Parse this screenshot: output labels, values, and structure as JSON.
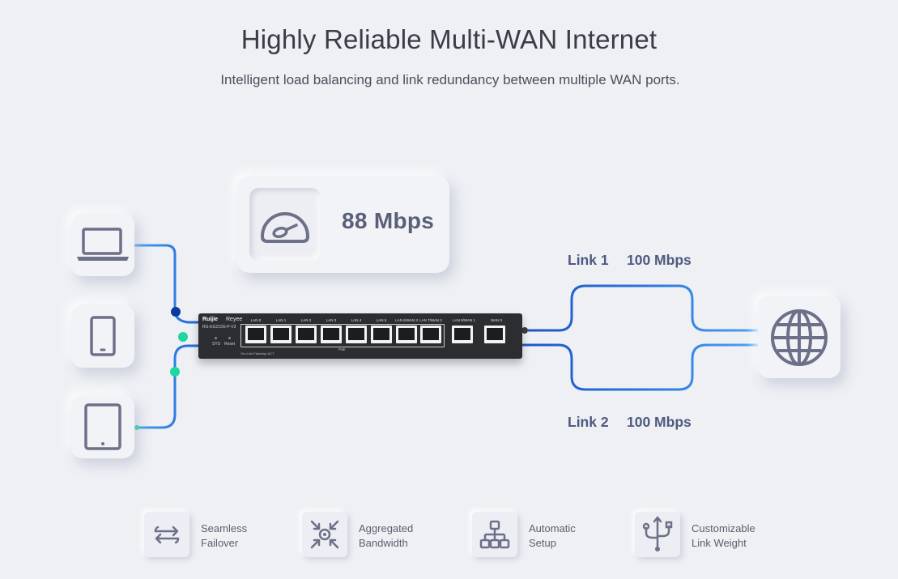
{
  "header": {
    "title": "Highly Reliable Multi-WAN Internet",
    "subtitle": "Intelligent load balancing and link redundancy between multiple WAN ports."
  },
  "speed_widget": {
    "value": "88 Mbps",
    "icon": "speedometer-icon"
  },
  "links": [
    {
      "name": "Link 1",
      "speed": "100 Mbps"
    },
    {
      "name": "Link 2",
      "speed": "100 Mbps"
    }
  ],
  "devices": [
    {
      "name": "laptop",
      "icon": "laptop-icon"
    },
    {
      "name": "phone",
      "icon": "phone-icon"
    },
    {
      "name": "tablet",
      "icon": "tablet-icon"
    }
  ],
  "internet": {
    "icon": "globe-icon"
  },
  "switch": {
    "brand": "Ruijie",
    "sub_brand": "Reyee",
    "model": "RG-EG210G-P-V3",
    "sys_label": "SYS",
    "reset_label": "Reset",
    "bottom_text": "On=Link  Flashing=ACT",
    "poe_label": "PoE",
    "ports": [
      "LAN 0",
      "LAN 1",
      "LAN 2",
      "LAN 3",
      "LAN 4",
      "LAN 5",
      "LAN 6/WAN 3",
      "LAN 7/WAN 2",
      "LAN 8/WAN 1",
      "WAN 0"
    ]
  },
  "features": [
    {
      "label_line1": "Seamless",
      "label_line2": "Failover",
      "icon": "failover-arrows-icon"
    },
    {
      "label_line1": "Aggregated",
      "label_line2": "Bandwidth",
      "icon": "aggregate-arrows-icon"
    },
    {
      "label_line1": "Automatic",
      "label_line2": "Setup",
      "icon": "hierarchy-icon"
    },
    {
      "label_line1": "Customizable",
      "label_line2": "Link Weight",
      "icon": "usb-trident-icon"
    }
  ],
  "colors": {
    "background": "#eef0f4",
    "link_blue": "#1f63d6",
    "link_light": "#4aa3f2",
    "node_dark": "#0a3a9b",
    "node_teal": "#1ed6a0",
    "icon_gray": "#6c7088"
  }
}
